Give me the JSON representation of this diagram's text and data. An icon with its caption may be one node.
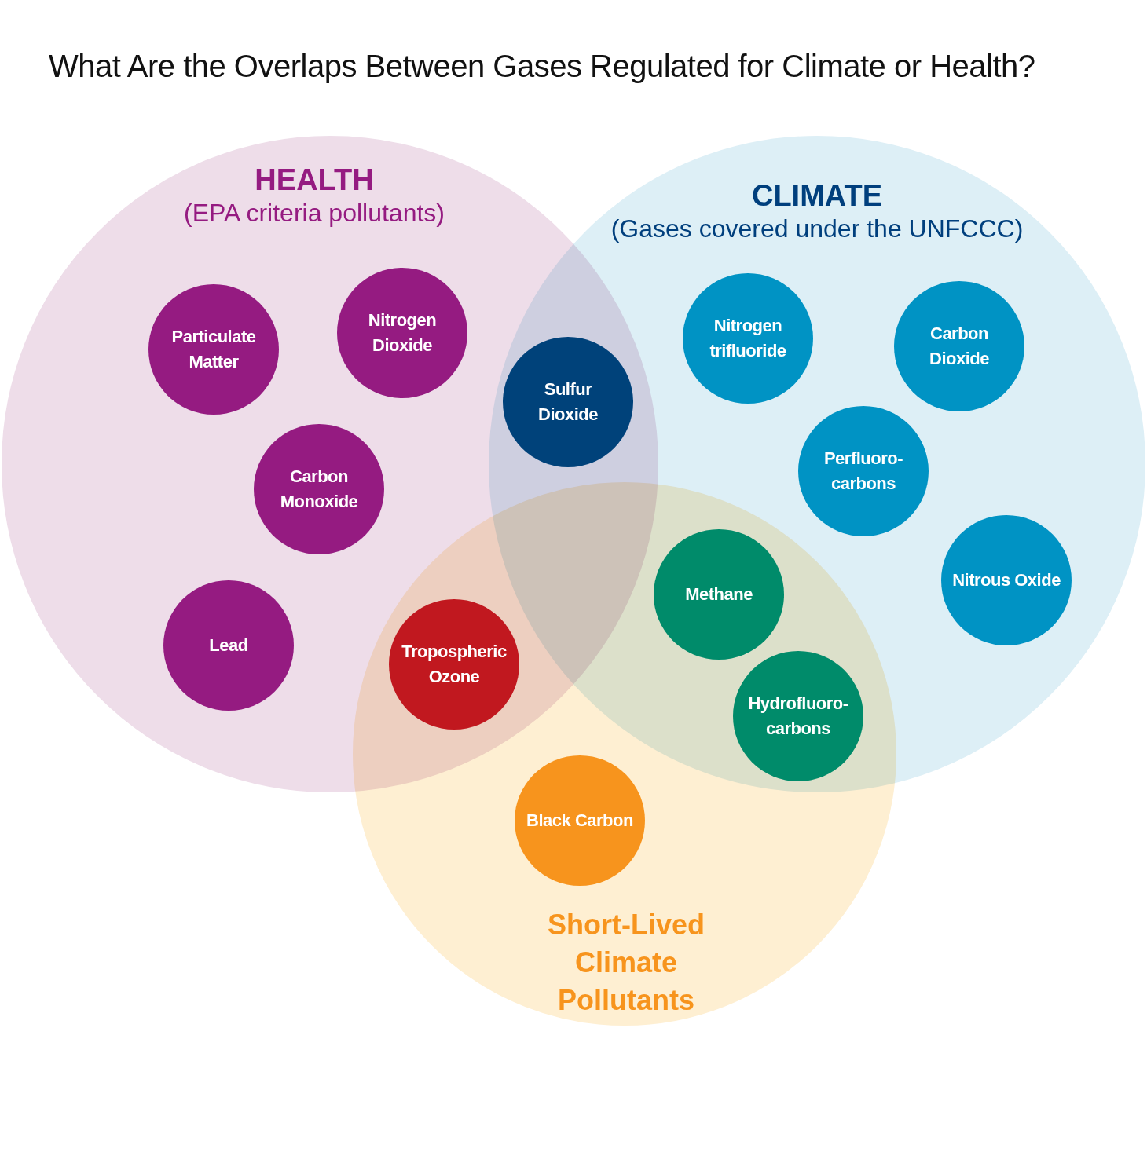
{
  "diagram": {
    "title": "What Are the Overlaps Between Gases Regulated for Climate or Health?",
    "nodes": [
      {
        "text": [
          "HEALTH",
          "(EPA criteria pollutants)"
        ]
      },
      {
        "text": [
          "CLIMATE",
          "(Gases covered under the UNFCCC)"
        ]
      },
      {
        "text": [
          "Particulate Matter"
        ],
        "in": 0
      },
      {
        "text": [
          "Nitrogen Dioxide"
        ],
        "in": 0
      },
      {
        "text": [
          "Sulfur Dioxide"
        ]
      },
      {
        "text": [
          "Nitrogen trifluoride"
        ],
        "in": 1
      },
      {
        "text": [
          "Carbon Dioxide"
        ],
        "in": 1
      },
      {
        "text": [
          "Perfluoro- carbons"
        ],
        "in": 1
      },
      {
        "text": [
          "Carbon Monoxide"
        ],
        "in": 0
      },
      {
        "text": [
          "Short-Lived Climate Pollutants"
        ]
      },
      {
        "text": [
          "Methane"
        ]
      },
      {
        "text": [
          "Nitrous Oxide"
        ],
        "in": 1
      },
      {
        "text": [
          "Lead"
        ],
        "in": 0
      },
      {
        "text": [
          "Tropospheric Ozone"
        ]
      },
      {
        "text": [
          "Hydrofluoro- carbons"
        ]
      },
      {
        "text": [
          "Black Carbon"
        ],
        "in": 9
      }
    ],
    "edges": []
  }
}
